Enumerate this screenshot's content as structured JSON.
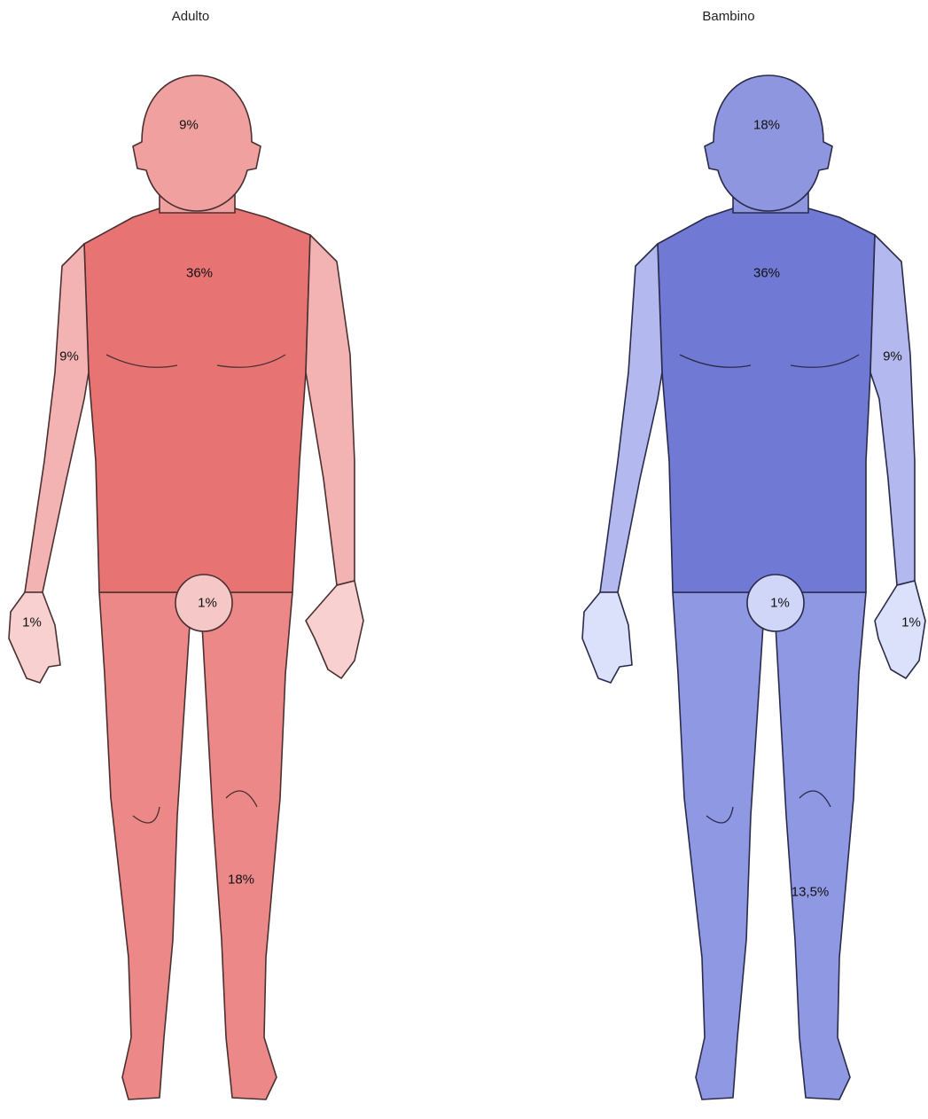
{
  "figures": [
    {
      "title": "Adulto",
      "colors": {
        "base": "#f1a0a0",
        "trunk": "#e87373",
        "limb": "#f4b3b3",
        "hand": "#f8d0d0",
        "legs": "#ec8888",
        "genital": "#f6c7c7"
      },
      "labels": {
        "head": "9%",
        "trunk": "36%",
        "arm": "9%",
        "hand": "1%",
        "genital": "1%",
        "leg": "18%"
      }
    },
    {
      "title": "Bambino",
      "colors": {
        "base": "#8e96e0",
        "trunk": "#7079d4",
        "limb": "#b3b9ee",
        "hand": "#dbe0fb",
        "legs": "#8f98e2",
        "genital": "#cfd6f8"
      },
      "labels": {
        "head": "18%",
        "trunk": "36%",
        "arm": "9%",
        "hand": "1%",
        "genital": "1%",
        "leg": "13,5%"
      }
    }
  ]
}
